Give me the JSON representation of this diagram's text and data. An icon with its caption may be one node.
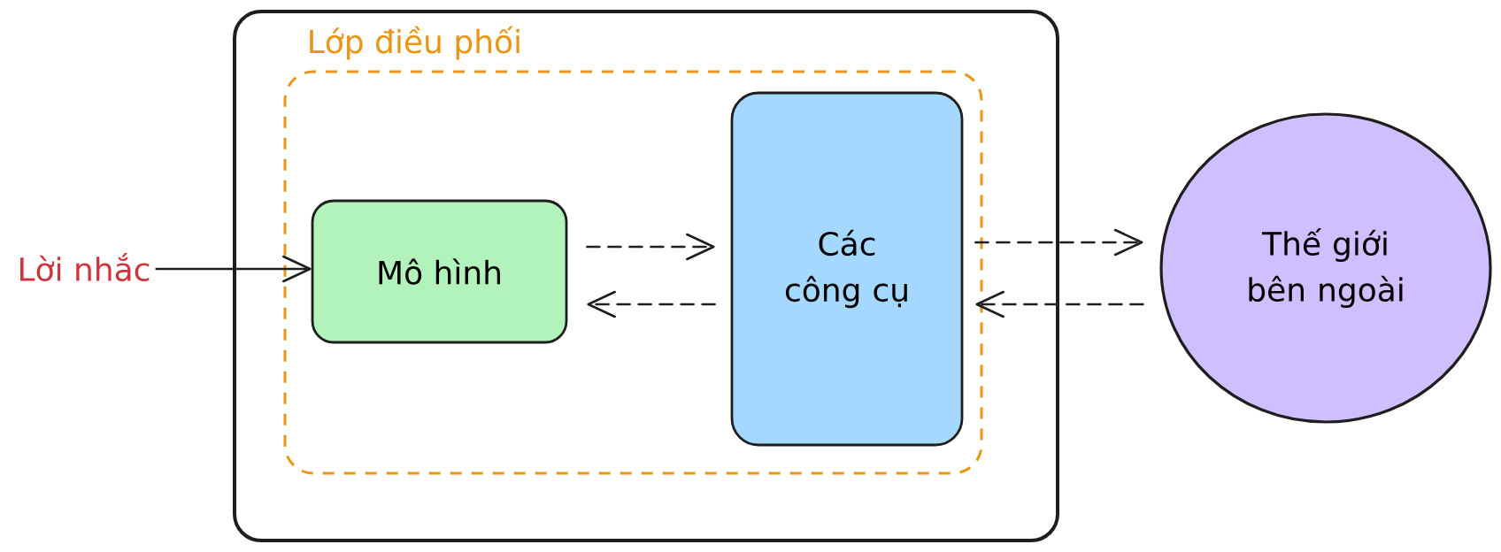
{
  "diagram": {
    "nodes": [
      {
        "text": [
          "Lời nhắc"
        ]
      },
      {
        "text": [],
        "shape": "box"
      },
      {
        "text": [
          "Lớp điều phối"
        ],
        "in": 1
      },
      {
        "text": [
          "Mô hình"
        ],
        "in": 2
      },
      {
        "text": [
          "Các công cụ"
        ],
        "in": 2
      },
      {
        "text": [
          "Thế giới bên ngoài"
        ]
      }
    ],
    "edges": [
      {
        "from": 0,
        "to": 3,
        "arrow": "to"
      },
      {
        "from": 3,
        "to": 4,
        "arrow": "to",
        "style": "dashed"
      },
      {
        "from": 4,
        "to": 3,
        "arrow": "to",
        "style": "dashed"
      },
      {
        "from": 4,
        "to": 5,
        "arrow": "to",
        "style": "dashed"
      },
      {
        "from": 5,
        "to": 4,
        "arrow": "to",
        "style": "dashed"
      }
    ]
  }
}
